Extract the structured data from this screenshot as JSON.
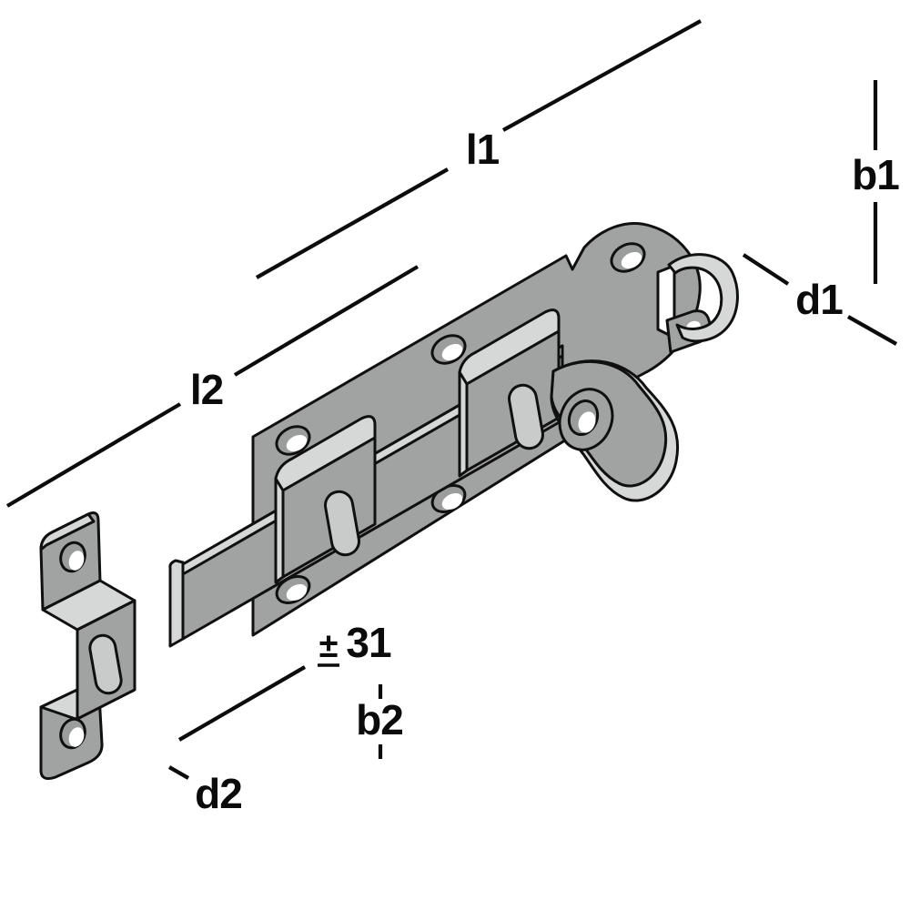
{
  "document": {
    "kind": "technical dimension drawing",
    "subject": "slide door bolt with keeper staple, isometric view",
    "background_color": "#ffffff"
  },
  "drawing": {
    "outline_color": "#101010",
    "metal_face_color": "#a0a3a2",
    "metal_highlight_color": "#d6d8d7",
    "slot_color": "#c9cbca",
    "hole_color": "#9a9d9c",
    "parts": [
      "keeper-staple",
      "bolt-plate",
      "slide-bar",
      "guide-staple-left",
      "guide-staple-right",
      "catch-hook",
      "bolt-handle"
    ]
  },
  "dimensions": {
    "l1": "l1",
    "l2": "l2",
    "b1": "b1",
    "d1": "d1",
    "b2": "b2",
    "d2": "d2",
    "tolerance": {
      "sign": "±",
      "value": "31"
    }
  }
}
